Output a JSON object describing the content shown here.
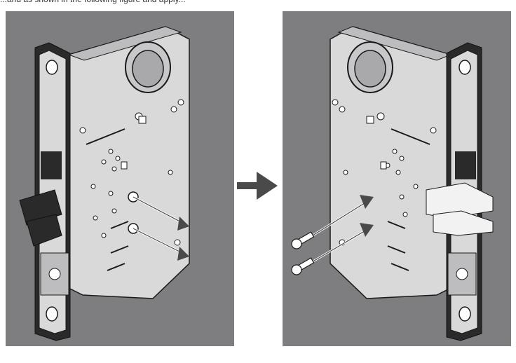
{
  "caption_partial": "...and as shown in the following figure and apply...",
  "colors": {
    "panel_bg": "#7e7e80",
    "lock_body": "#d9d9da",
    "lock_line": "#1a1a1a",
    "faceplate": "#2a2a2a",
    "arrow": "#4a4a4a",
    "latch_white": "#f2f2f2"
  },
  "diagram": {
    "left_panel": {
      "view": "lock-mortise-body-left-hand",
      "screw_removal_arrows": 2
    },
    "transition_arrow": "right-arrow-icon",
    "right_panel": {
      "view": "lock-mortise-body-right-hand",
      "screw_insertion_arrows": 2,
      "screws": 2
    }
  }
}
